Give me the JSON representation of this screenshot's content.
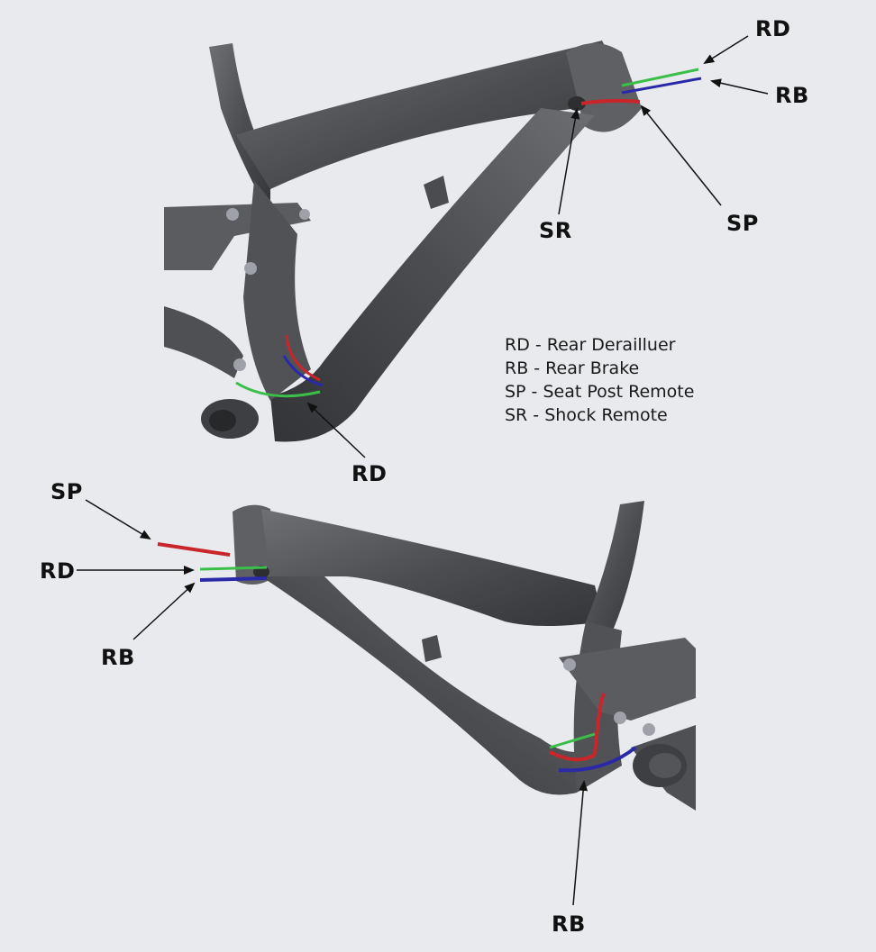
{
  "labels": {
    "top_rd": "RD",
    "top_rb": "RB",
    "top_sp": "SP",
    "top_sr": "SR",
    "top_rd_bottom": "RD",
    "bot_sp": "SP",
    "bot_rd": "RD",
    "bot_rb": "RB",
    "bot_rb_bottom": "RB"
  },
  "legend": [
    "RD - Rear Derailluer",
    "RB - Rear Brake",
    "SP - Seat Post Remote",
    "SR - Shock Remote"
  ],
  "colors": {
    "background": "#e8eaee",
    "frame": "#55575a",
    "frame_dark": "#3c3e41",
    "cable_rd": "#3cbf4a",
    "cable_rb": "#2a2aa8",
    "cable_sp": "#c8262a",
    "cable_sr": "#c8262a"
  }
}
